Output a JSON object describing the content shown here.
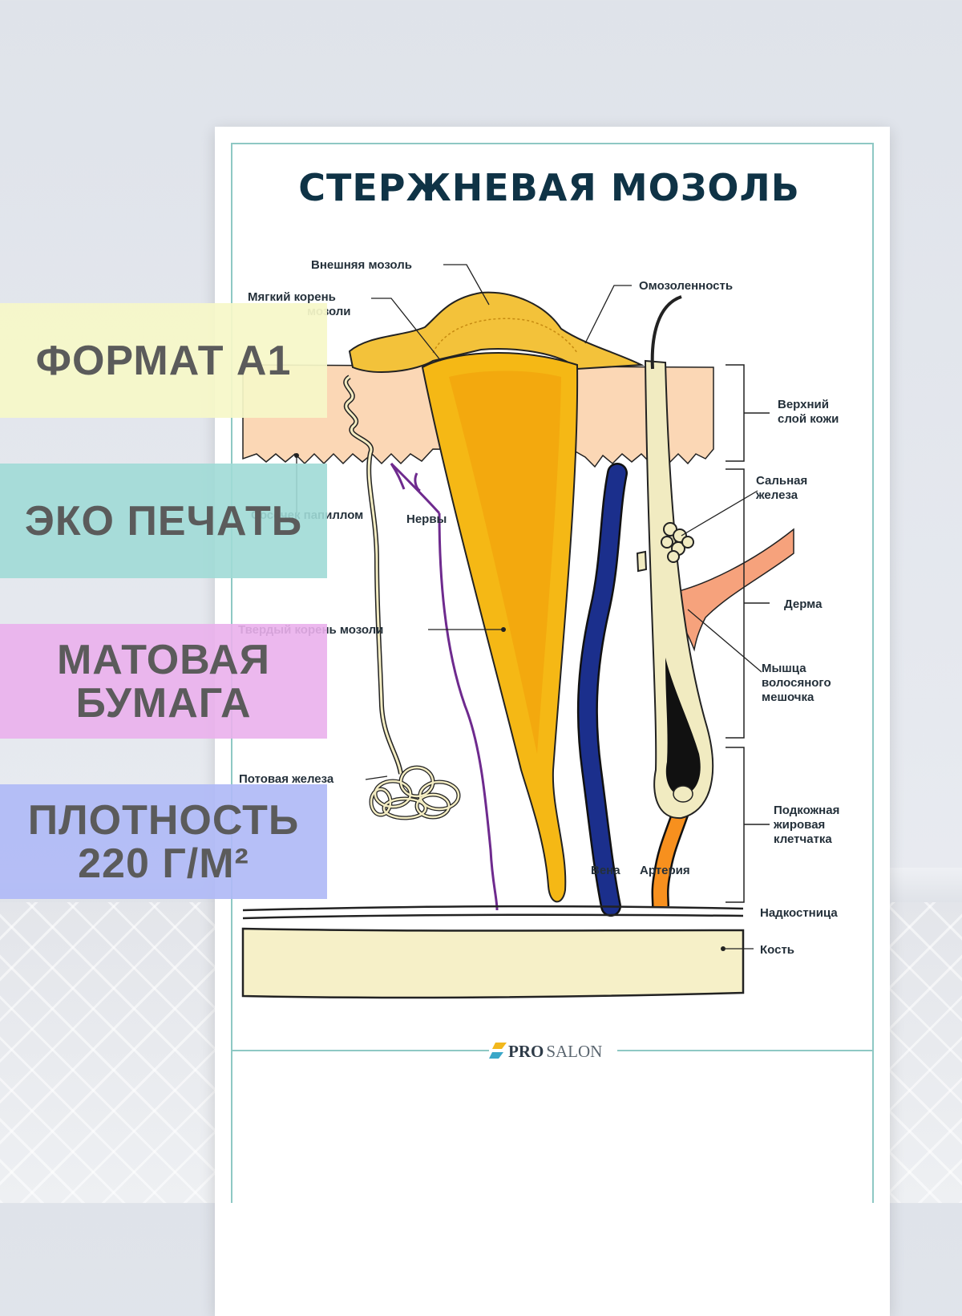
{
  "poster": {
    "title": "СТЕРЖНЕВАЯ МОЗОЛЬ",
    "brand_pro": "PRO",
    "brand_salon": "SALON",
    "labels": {
      "outer_callus": "Внешняя мозоль",
      "soft_root_1": "Мягкий корень",
      "soft_root_2": "мозоли",
      "keratosis": "Омозоленность",
      "upper_skin_1": "Верхний",
      "upper_skin_2": "слой кожи",
      "papilloma": "Сосочек папиллом",
      "nerves": "Нервы",
      "sebaceous_1": "Сальная",
      "sebaceous_2": "железа",
      "dermis": "Дерма",
      "hard_root": "Твердый корень мозоли",
      "muscle_1": "Мышца",
      "muscle_2": "волосяного",
      "muscle_3": "мешочка",
      "sweat_gland": "Потовая железа",
      "subcutaneous_1": "Подкожная",
      "subcutaneous_2": "жировая",
      "subcutaneous_3": "клетчатка",
      "vein": "Вена",
      "artery": "Артерия",
      "periosteum": "Надкостница",
      "bone": "Кость"
    }
  },
  "badges": {
    "format": {
      "line1": "ФОРМАТ A1"
    },
    "eco": {
      "line1": "ЭКО ПЕЧАТЬ"
    },
    "matte": {
      "line1": "МАТОВАЯ",
      "line2": "БУМАГА"
    },
    "density": {
      "line1": "ПЛОТНОСТЬ",
      "line2": "220 Г/М²"
    }
  },
  "colors": {
    "title": "#0f3346",
    "callus": "#f2b81d",
    "skin": "#fbd7b5",
    "vein": "#1b2f8c",
    "artery": "#f7901e",
    "nerve": "#7a2e9a",
    "bone": "#f6f0c8",
    "frame": "#8ec8c4"
  }
}
